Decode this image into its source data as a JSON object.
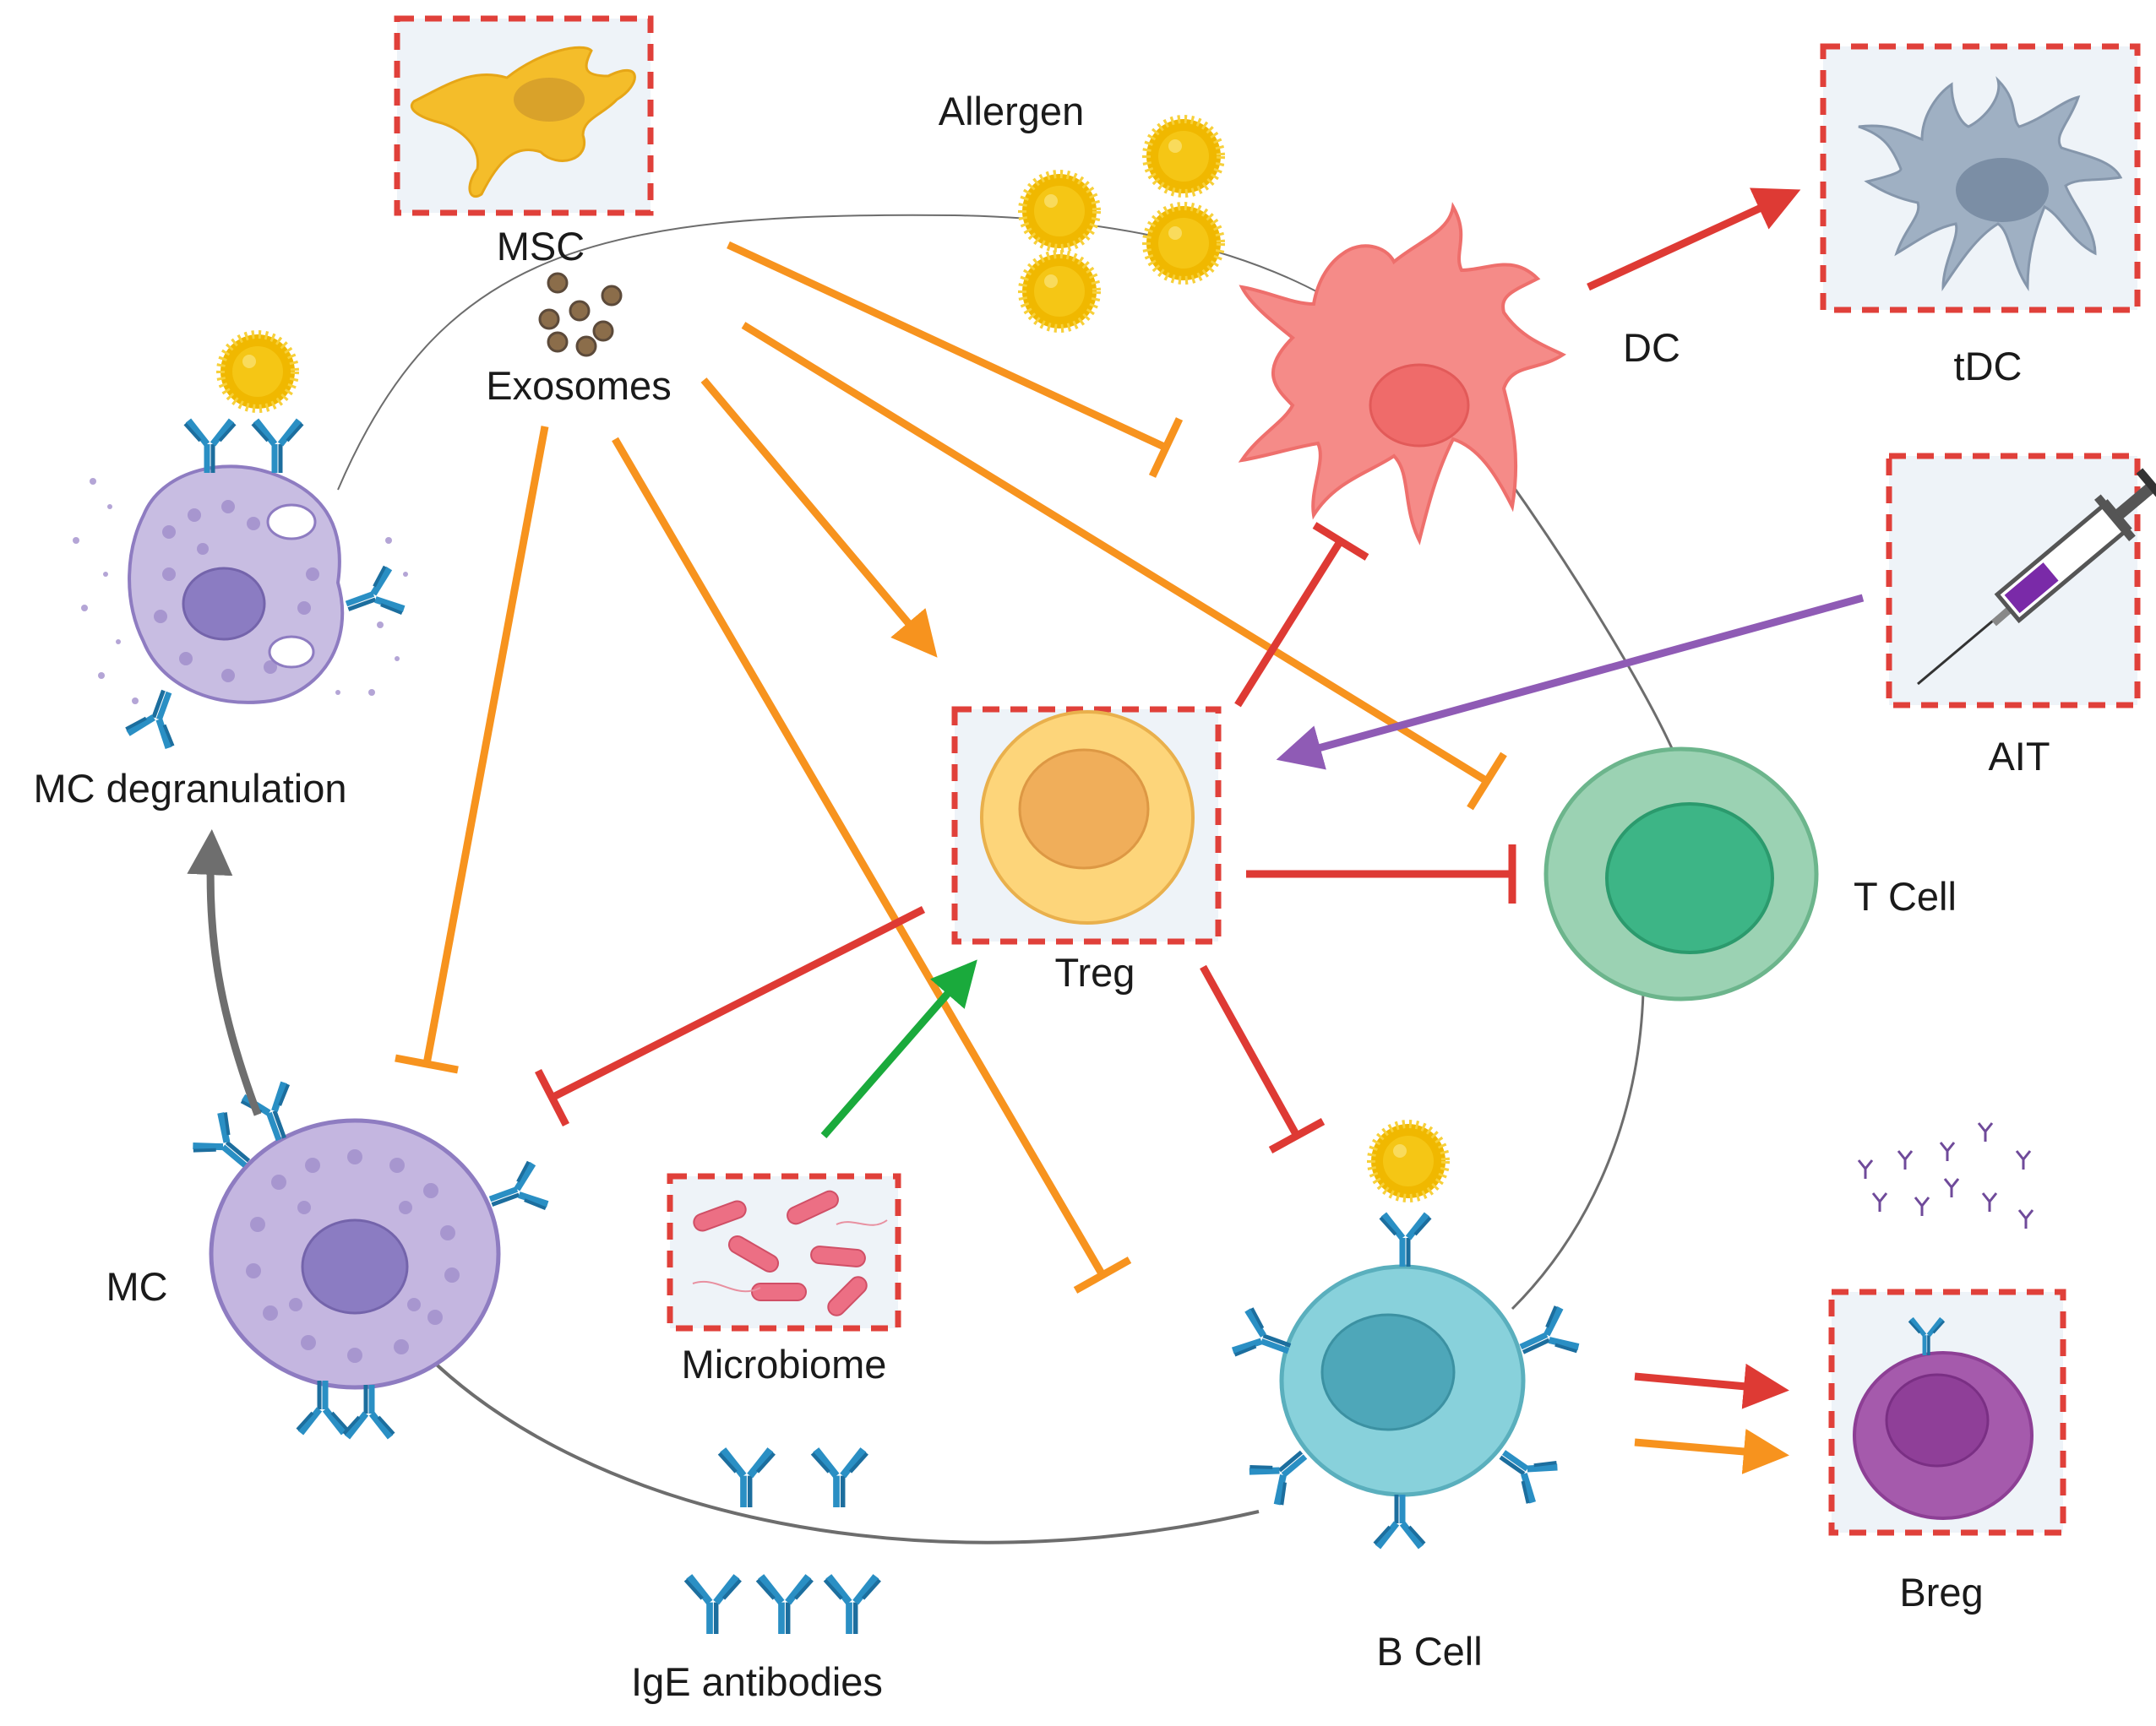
{
  "labels": {
    "msc": "MSC",
    "exosomes": "Exosomes",
    "allergen": "Allergen",
    "dc": "DC",
    "tdc": "tDC",
    "ait": "AIT",
    "treg": "Treg",
    "t_cell": "T Cell",
    "mc_degranulation": "MC degranulation",
    "mc": "MC",
    "microbiome": "Microbiome",
    "b_cell": "B Cell",
    "breg": "Breg",
    "ige_antibodies": "IgE antibodies"
  },
  "colors": {
    "inhibition_exosome": "#f7931e",
    "inhibition_treg": "#de3a34",
    "induction_red": "#de3a34",
    "induction_orange": "#f7931e",
    "ait_arrow": "#8f5bb5",
    "microbiome_arrow": "#1aaa3c",
    "degranulation_arrow": "#6e6e6e",
    "dashed_box_border": "#e0403a",
    "box_fill": "#eef3f8",
    "allergen": "#f4c20d",
    "antibody": "#2a8fc4"
  },
  "icons": [
    "msc-cell-icon",
    "exosomes-icon",
    "allergen-icon",
    "dendritic-cell-icon",
    "tolerogenic-dc-icon",
    "syringe-icon",
    "treg-cell-icon",
    "t-cell-icon",
    "degranulating-mast-cell-icon",
    "mast-cell-icon",
    "bacteria-icon",
    "b-cell-icon",
    "breg-cell-icon",
    "antibody-icon"
  ]
}
